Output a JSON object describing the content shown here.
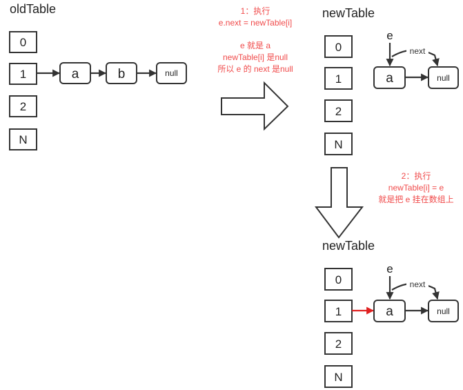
{
  "old_table": {
    "title": "oldTable",
    "cells": [
      "0",
      "1",
      "2",
      "N"
    ],
    "node_a": "a",
    "node_b": "b",
    "null_node": "null"
  },
  "step1": {
    "note_lines": [
      "1：执行",
      "e.next = newTable[i]",
      "",
      "e 就是 a",
      "newTable[i] 是null",
      "所以 e 的 next 是null"
    ],
    "table_title": "newTable",
    "cells": [
      "0",
      "1",
      "2",
      "N"
    ],
    "e_label": "e",
    "next_label": "next",
    "node_a": "a",
    "null_node": "null"
  },
  "step2": {
    "note_lines": [
      "2：执行",
      "newTable[i] = e",
      "就是把 e 挂在数组上"
    ],
    "table_title": "newTable",
    "cells": [
      "0",
      "1",
      "2",
      "N"
    ],
    "e_label": "e",
    "next_label": "next",
    "node_a": "a",
    "null_node": "null"
  }
}
